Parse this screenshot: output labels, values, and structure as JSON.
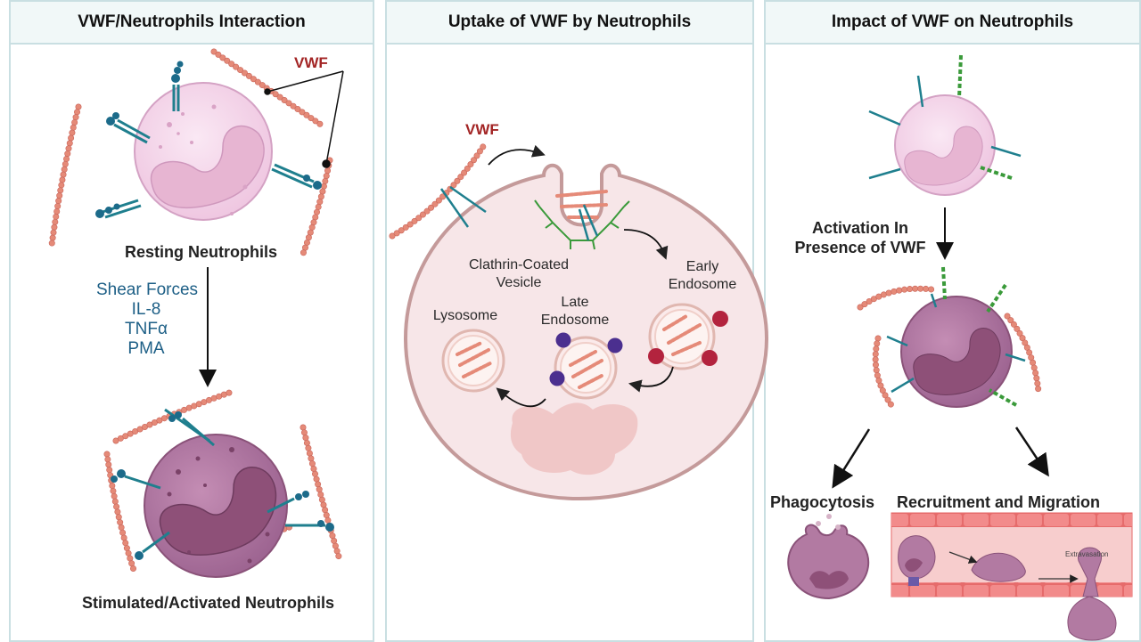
{
  "panels": [
    {
      "title": "VWF/Neutrophils Interaction"
    },
    {
      "title": "Uptake of VWF by Neutrophils"
    },
    {
      "title": "Impact of VWF on Neutrophils"
    }
  ],
  "panel1": {
    "vwf_label": "VWF",
    "resting_label": "Resting Neutrophils",
    "stimuli": [
      "Shear Forces",
      "IL-8",
      "TNFα",
      "PMA"
    ],
    "activated_label": "Stimulated/Activated Neutrophils"
  },
  "panel2": {
    "vwf_label": "VWF",
    "vesicle_label": [
      "Clathrin-Coated",
      "Vesicle"
    ],
    "early_endosome_label": [
      "Early",
      "Endosome"
    ],
    "late_endosome_label": [
      "Late",
      "Endosome"
    ],
    "lysosome_label": "Lysosome"
  },
  "panel3": {
    "activation_label": [
      "Activation In",
      "Presence of VWF"
    ],
    "phagocytosis_label": "Phagocytosis",
    "recruitment_label": "Recruitment and Migration",
    "extravasation_label": "Extravasation"
  },
  "colors": {
    "vwf_bead": "#e58a78",
    "receptor": "#1f7f8e",
    "resting_cell": "#f5d6ea",
    "activated_cell": "#b27aa2",
    "nucleus_light": "#e7b5d2",
    "nucleus_dark": "#8e5078",
    "vwf_text": "#a32525",
    "stimulus_text": "#1d5f86",
    "border": "#c9dfe2",
    "header_bg": "#f1f8f8"
  }
}
